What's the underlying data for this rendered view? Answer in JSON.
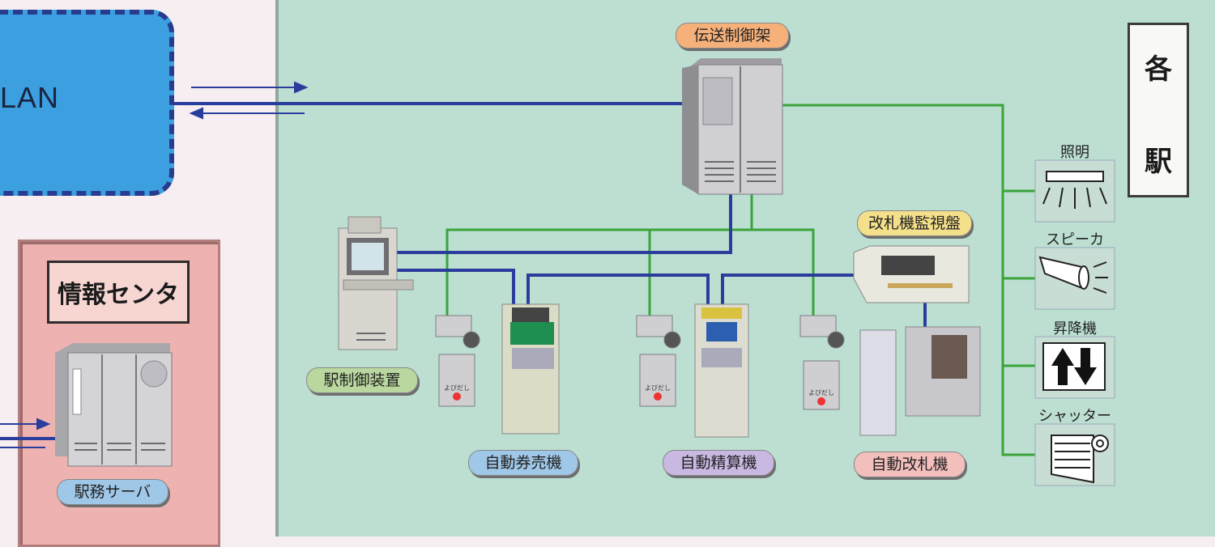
{
  "left": {
    "lan_label": "LAN",
    "info_center_title": "情報センタ",
    "server_label": "駅務サーバ"
  },
  "station": {
    "title_chars": [
      "各",
      "駅"
    ],
    "transmission_rack": "伝送制御架",
    "gate_monitor": "改札機監視盤",
    "station_controller": "駅制御装置",
    "ticket_machine": "自動券売機",
    "fare_adjust": "自動精算機",
    "auto_gate": "自動改札機",
    "call_button_text": "よびだし",
    "devices": [
      {
        "label": "照明",
        "icon": "lighting-icon"
      },
      {
        "label": "スピーカ",
        "icon": "speaker-icon"
      },
      {
        "label": "昇降機",
        "icon": "elevator-icon"
      },
      {
        "label": "シャッター",
        "icon": "shutter-icon"
      }
    ]
  },
  "colors": {
    "blue_line": "#2a3d9c",
    "green_line": "#3aa43a",
    "panel_green": "#bcdfd2",
    "lan_blue": "#3b9fe0",
    "pill_orange": "#f6b079",
    "pill_yellow": "#f4e08a",
    "pill_green": "#b9d79e",
    "pill_blue": "#9fc7e7",
    "pill_purple": "#c9b8e2",
    "pill_pink": "#f3bfbd"
  }
}
